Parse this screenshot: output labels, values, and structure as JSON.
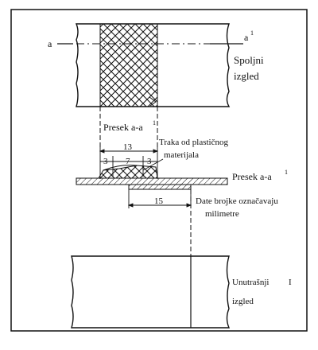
{
  "labels": {
    "section_marker_left": "a",
    "section_marker_right": "a",
    "section_marker_right_sup": "1",
    "outer_view_line1": "Spoljni",
    "outer_view_line2": "izgled",
    "section_title": "Presek  a-a",
    "section_title_sup": "1",
    "dim_total": "13",
    "dim_left": "3",
    "dim_middle": "7",
    "dim_right": "3",
    "strip_label_line1": "Traka od plastičnog",
    "strip_label_line2": "materijala",
    "section_side": "Presek  a-a",
    "section_side_sup": "1",
    "dim_bottom": "15",
    "units_note_line1": "Date brojke označavaju",
    "units_note_line2": "milimetre",
    "inner_view_line1": "Unutrašnji",
    "inner_view_mark": "I",
    "inner_view_line2": "izgled"
  }
}
